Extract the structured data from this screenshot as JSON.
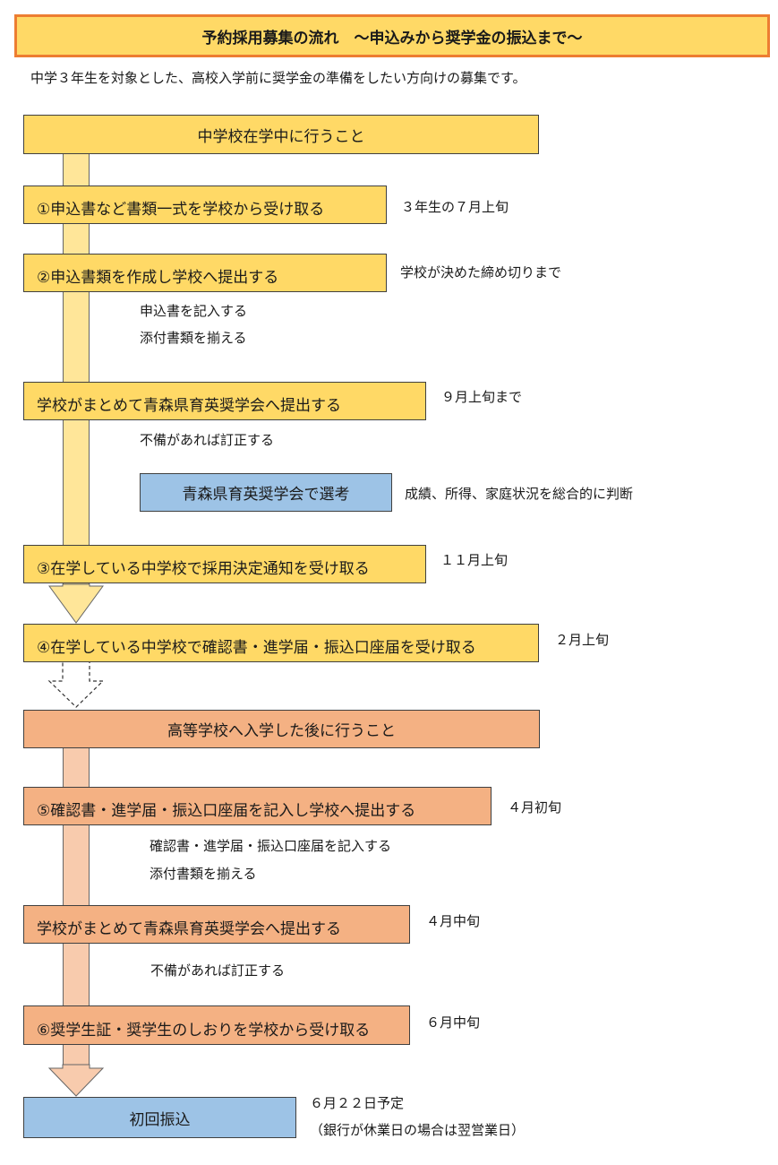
{
  "title": "予約採用募集の流れ　～申込みから奨学金の振込まで～",
  "intro": "中学３年生を対象とした、高校入学前に奨学金の準備をしたい方向けの募集です。",
  "junior_high": {
    "header": "中学校在学中に行うこと",
    "steps": [
      {
        "label": "①申込書など書類一式を学校から受け取る",
        "timing": "３年生の７月上旬"
      },
      {
        "label": "②申込書類を作成し学校へ提出する",
        "timing": "学校が決めた締め切りまで",
        "notes": [
          "申込書を記入する",
          "添付書類を揃える"
        ]
      },
      {
        "label": "学校がまとめて青森県育英奨学会へ提出する",
        "timing": "９月上旬まで",
        "notes": [
          "不備があれば訂正する"
        ]
      },
      {
        "label": "③在学している中学校で採用決定通知を受け取る",
        "timing": "１１月上旬"
      },
      {
        "label": "④在学している中学校で確認書・進学届・振込口座届を受け取る",
        "timing": "２月上旬"
      }
    ],
    "selection": {
      "label": "青森県育英奨学会で選考",
      "note": "成績、所得、家庭状況を総合的に判断"
    }
  },
  "high_school": {
    "header": "高等学校へ入学した後に行うこと",
    "steps": [
      {
        "label": "⑤確認書・進学届・振込口座届を記入し学校へ提出する",
        "timing": "４月初旬",
        "notes": [
          "確認書・進学届・振込口座届を記入する",
          "添付書類を揃える"
        ]
      },
      {
        "label": "学校がまとめて青森県育英奨学会へ提出する",
        "timing": "４月中旬",
        "notes": [
          "不備があれば訂正する"
        ]
      },
      {
        "label": "⑥奨学生証・奨学生のしおりを学校から受け取る",
        "timing": "６月中旬"
      }
    ]
  },
  "first_transfer": {
    "label": "初回振込",
    "timing": "６月２２日予定",
    "timing_note": "（銀行が休業日の場合は翌営業日）"
  },
  "colors": {
    "yellow": "#ffd966",
    "light_yellow": "#ffe699",
    "orange": "#f4b183",
    "light_orange": "#f8cbad",
    "blue": "#9dc3e6",
    "title_border": "#ed7d31"
  }
}
